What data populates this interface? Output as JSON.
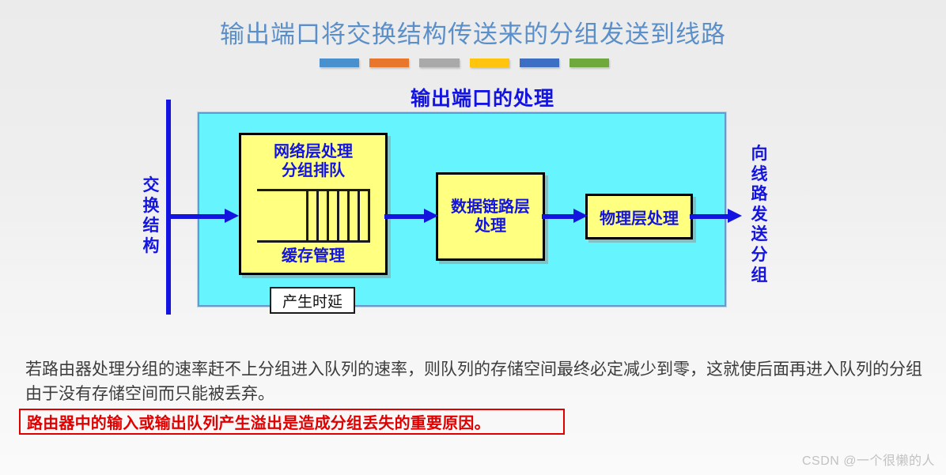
{
  "slide": {
    "title": "输出端口将交换结构传送来的分组发送到线路",
    "accent_bars": [
      "#4a90cf",
      "#e8762c",
      "#a9a9a9",
      "#ffc40d",
      "#3c6fc4",
      "#6fa83c"
    ],
    "title_color": "#5b8fc9",
    "background": "#eeeeee"
  },
  "diagram": {
    "heading": "输出端口的处理",
    "panel_color": "#66f5ff",
    "panel_border_color": "#6699cc",
    "accent_blue": "#1414e0",
    "box_fill": "#ffff80",
    "left_label_chars": [
      "交",
      "换",
      "结",
      "构"
    ],
    "right_label_chars": [
      "向",
      "线",
      "路",
      "发",
      "送",
      "分",
      "组"
    ],
    "boxes": {
      "network": {
        "title_line1": "网络层处理",
        "title_line2": "分组排队",
        "footer": "缓存管理",
        "queue_slots": 6
      },
      "datalink": {
        "line1": "数据链路层",
        "line2": "处理"
      },
      "physical": {
        "line1": "物理层处理"
      }
    },
    "delay_note": "产生时延"
  },
  "body": {
    "paragraph": "若路由器处理分组的速率赶不上分组进入队列的速率，则队列的存储空间最终必定减少到零，这就使后面再进入队列的分组由于没有存储空间而只能被丢弃。",
    "highlight": "路由器中的输入或输出队列产生溢出是造成分组丢失的重要原因。",
    "highlight_color": "#e00000"
  },
  "watermark": "CSDN @一个很懒的人"
}
